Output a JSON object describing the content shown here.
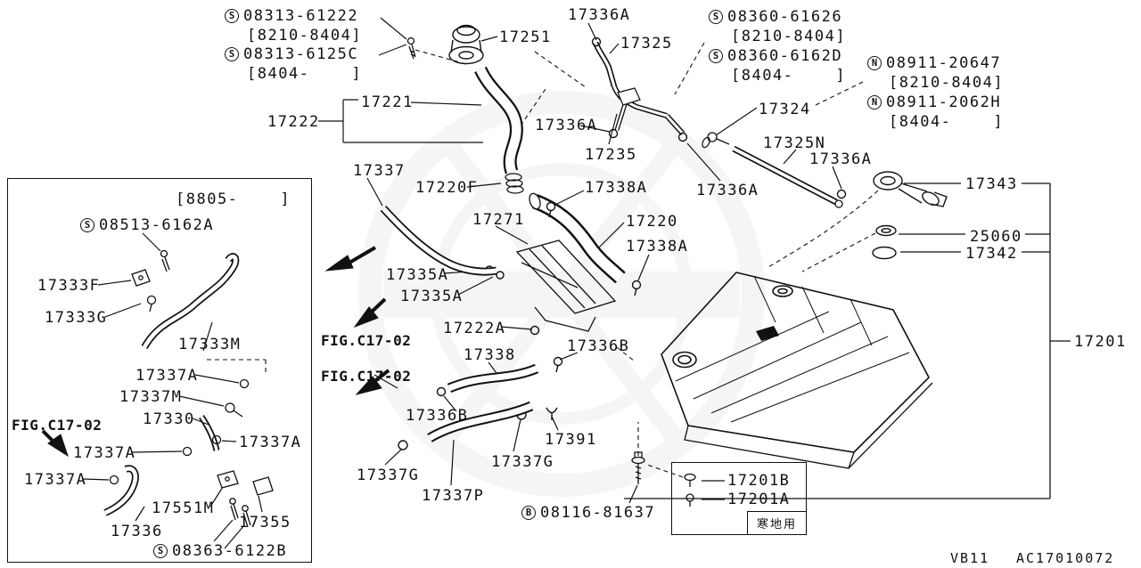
{
  "diagram": {
    "footer_left": "VB11",
    "footer_right": "AC17010072"
  },
  "labels": {
    "s08313_61222": {
      "prefix": "S",
      "text": "08313-61222"
    },
    "range_8210_8404_a": "[8210-8404]",
    "s08313_6125c": {
      "prefix": "S",
      "text": "08313-6125C"
    },
    "range_8404_a": "[8404-    ]",
    "p17251": "17251",
    "p17336a_1": "17336A",
    "p17325": "17325",
    "s08360_61626": {
      "prefix": "S",
      "text": "08360-61626"
    },
    "range_8210_8404_b": "[8210-8404]",
    "s08360_6162d": {
      "prefix": "S",
      "text": "08360-6162D"
    },
    "range_8404_b": "[8404-    ]",
    "n08911_20647": {
      "prefix": "N",
      "text": "08911-20647"
    },
    "range_8210_8404_c": "[8210-8404]",
    "n08911_2062h": {
      "prefix": "N",
      "text": "08911-2062H"
    },
    "range_8404_c": "[8404-    ]",
    "p17221": "17221",
    "p17222": "17222",
    "p17336a_2": "17336A",
    "p17235": "17235",
    "p17324": "17324",
    "p17325n": "17325N",
    "p17336a_3": "17336A",
    "p17336a_4": "17336A",
    "p17337": "17337",
    "p17220f": "17220F",
    "p17338a_1": "17338A",
    "p17271": "17271",
    "p17220": "17220",
    "p17338a_2": "17338A",
    "p17343": "17343",
    "p25060": "25060",
    "p17342": "17342",
    "p17335a_1": "17335A",
    "p17335a_2": "17335A",
    "p17222a": "17222A",
    "p17336b_1": "17336B",
    "p17338": "17338",
    "p17201": "17201",
    "fig_ref_1": "FIG.C17-02",
    "fig_ref_2": "FIG.C17-02",
    "p17336b_2": "17336B",
    "p17391": "17391",
    "p17337g_1": "17337G",
    "p17337g_2": "17337G",
    "p17337p": "17337P",
    "b08116_81637": {
      "prefix": "B",
      "text": "08116-81637"
    },
    "p17201b": "17201B",
    "p17201a": "17201A",
    "cold_use": "寒地用",
    "inset_header": "[8805-    ]",
    "s08513_6162a": {
      "prefix": "S",
      "text": "08513-6162A"
    },
    "p17333f": "17333F",
    "p17333g": "17333G",
    "p17333m": "17333M",
    "p17337a_1": "17337A",
    "p17337m": "17337M",
    "p17330": "17330",
    "fig_ref_3": "FIG.C17-02",
    "p17337a_2": "17337A",
    "p17337a_3": "17337A",
    "p17337a_4": "17337A",
    "p17551m": "17551M",
    "p17336": "17336",
    "p17355": "17355",
    "s08363_6122b": {
      "prefix": "S",
      "text": "08363-6122B"
    }
  }
}
